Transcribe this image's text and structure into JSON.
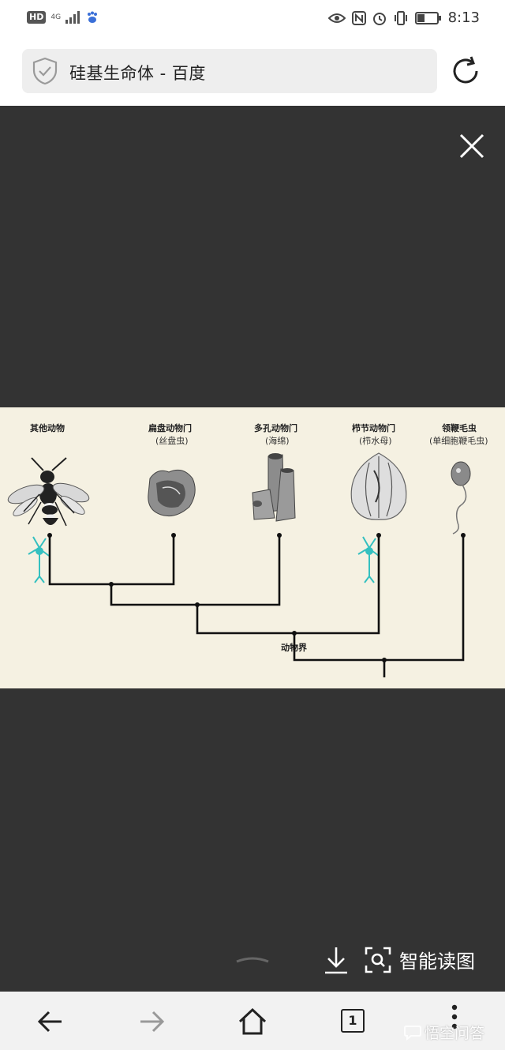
{
  "status_bar": {
    "hd": "HD",
    "network": "4G",
    "time": "8:13"
  },
  "address_bar": {
    "title": "硅基生命体 - 百度"
  },
  "figure": {
    "groups": [
      {
        "label": "其他动物",
        "sub": ""
      },
      {
        "label": "扁盘动物门",
        "sub": "(丝盘虫)"
      },
      {
        "label": "多孔动物门",
        "sub": "(海绵)"
      },
      {
        "label": "栉节动物门",
        "sub": "(栉水母)"
      },
      {
        "label": "领鞭毛虫",
        "sub": "(单细胞鞭毛虫)"
      }
    ],
    "root_label": "动物界"
  },
  "viewer_actions": {
    "smart_read_label": "智能读图"
  },
  "bottom_nav": {
    "tab_count": "1"
  },
  "watermark": "悟空问答"
}
